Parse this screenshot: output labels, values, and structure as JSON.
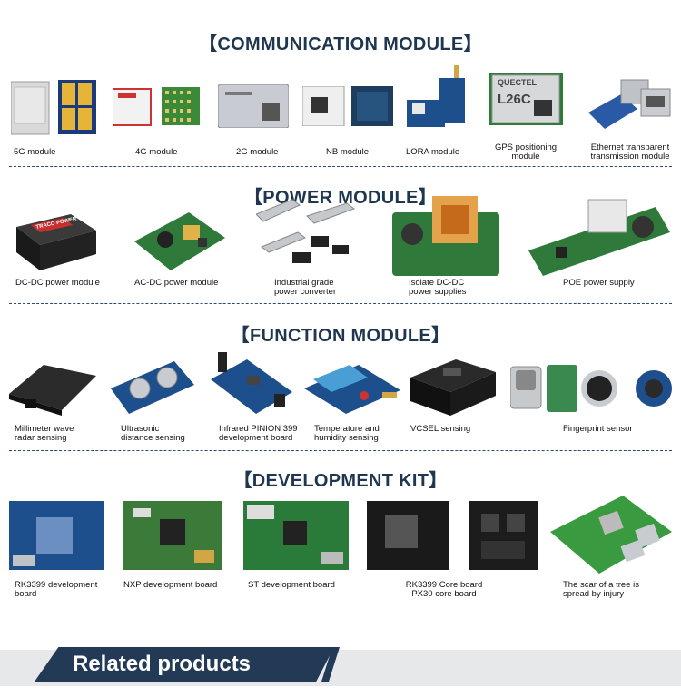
{
  "sections": {
    "communication": {
      "title": "【COMMUNICATION MODULE】",
      "items": [
        {
          "label": "5G module"
        },
        {
          "label": "4G module"
        },
        {
          "label": "2G module"
        },
        {
          "label": "NB module"
        },
        {
          "label": "LORA module"
        },
        {
          "label": "GPS positioning\nmodule",
          "chip_text": "QUECTEL",
          "chip_model": "L26C"
        },
        {
          "label": "Ethernet transparent\ntransmission module"
        }
      ]
    },
    "power": {
      "title": "【POWER MODULE】",
      "items": [
        {
          "label": "DC-DC power module",
          "chip_text": "TRACO POWER"
        },
        {
          "label": "AC-DC power module"
        },
        {
          "label": "Industrial grade\npower converter"
        },
        {
          "label": "Isolate DC-DC\npower supplies"
        },
        {
          "label": "POE power supply"
        }
      ]
    },
    "function": {
      "title": "【FUNCTION MODULE】",
      "items": [
        {
          "label": "Millimeter wave\nradar sensing"
        },
        {
          "label": "Ultrasonic\ndistance sensing"
        },
        {
          "label": "Infrared PINION 399\ndevelopment board"
        },
        {
          "label": "Temperature and\nhumidity sensing"
        },
        {
          "label": "VCSEL sensing"
        },
        {
          "label": "Fingerprint sensor"
        }
      ]
    },
    "devkit": {
      "title": "【DEVELOPMENT KIT】",
      "items": [
        {
          "label": "RK3399 development\nboard"
        },
        {
          "label": "NXP development board"
        },
        {
          "label": "ST development board"
        },
        {
          "label": "RK3399 Core board\nPX30 core board"
        },
        {
          "label": "The scar of a tree is\nspread by injury"
        }
      ]
    }
  },
  "footer": {
    "title": "Related products"
  },
  "colors": {
    "title": "#1f3651",
    "footer_dark": "#223a55",
    "pcb_green": "#2f7a3a",
    "pcb_blue": "#1d4f8c"
  }
}
